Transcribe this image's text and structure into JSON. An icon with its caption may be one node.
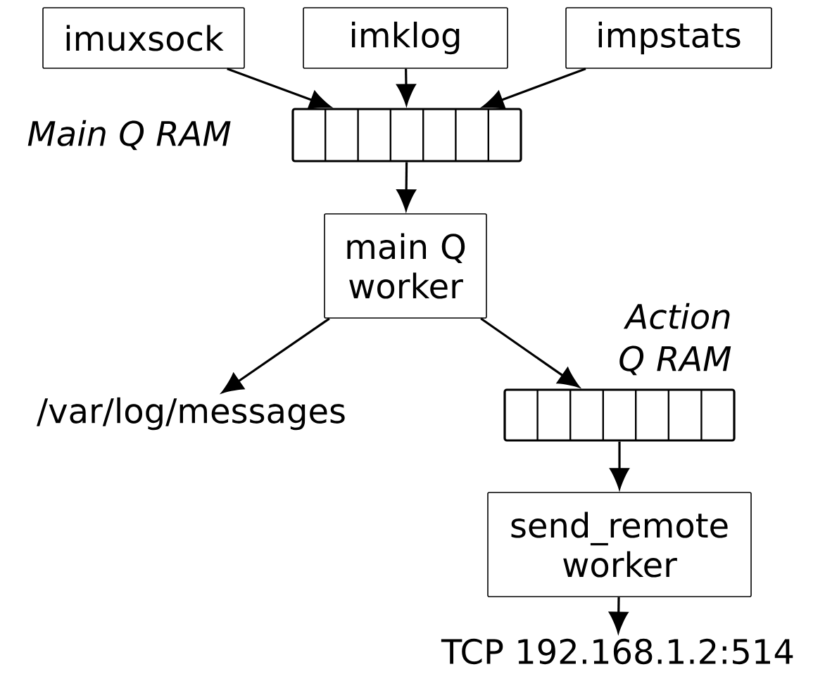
{
  "diagram": {
    "nodes": [
      {
        "text": [
          "imuxsock"
        ]
      },
      {
        "text": [
          "imklog"
        ]
      },
      {
        "text": [
          "impstats"
        ]
      },
      {
        "text": [],
        "shape": "box",
        "beside": [
          "Main Q RAM"
        ]
      },
      {
        "text": [
          "main Q worker"
        ]
      },
      {
        "text": [
          "/var/log/messages"
        ]
      },
      {
        "text": [],
        "shape": "box",
        "beside": [
          "Action Q RAM"
        ]
      },
      {
        "text": [
          "send_remote worker"
        ]
      },
      {
        "text": [
          "TCP 192.168.1.2:514"
        ]
      }
    ],
    "edges": [
      {
        "from": 0,
        "to": 3,
        "arrow": "to"
      },
      {
        "from": 1,
        "to": 3,
        "arrow": "to"
      },
      {
        "from": 2,
        "to": 3,
        "arrow": "to"
      },
      {
        "from": 3,
        "to": 4,
        "arrow": "to"
      },
      {
        "from": 4,
        "to": 5,
        "arrow": "to"
      },
      {
        "from": 4,
        "to": 6,
        "arrow": "to"
      },
      {
        "from": 6,
        "to": 7,
        "arrow": "to"
      },
      {
        "from": 7,
        "to": 8,
        "arrow": "to"
      }
    ]
  }
}
